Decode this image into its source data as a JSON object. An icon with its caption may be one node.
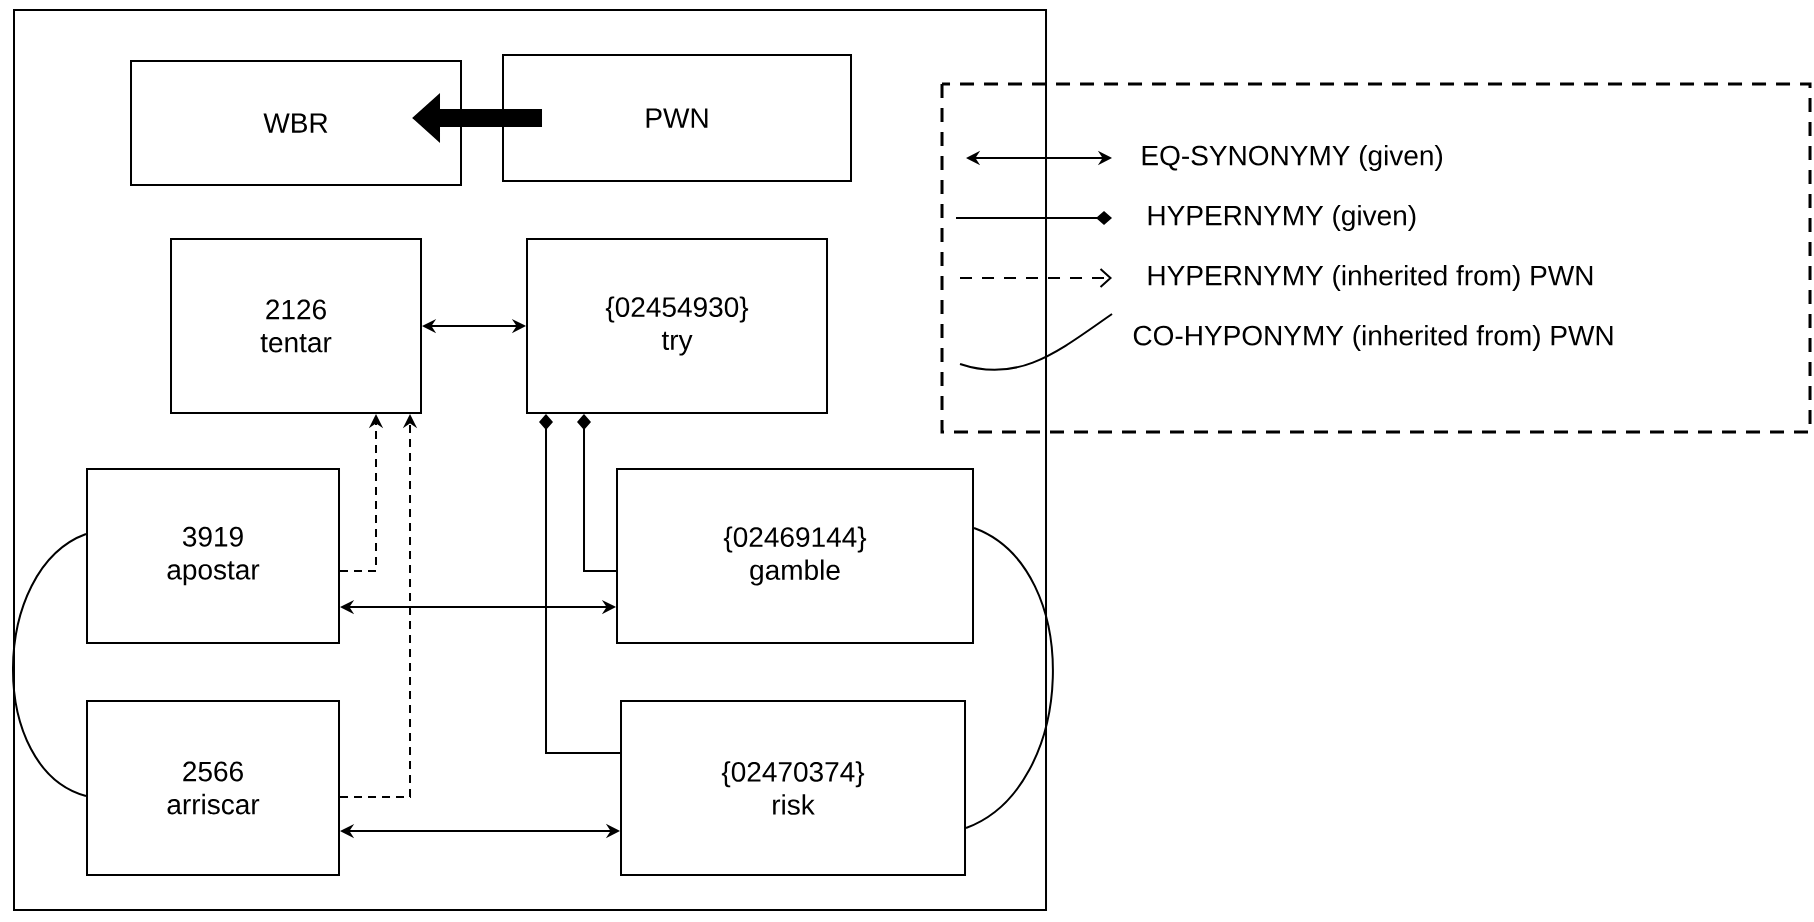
{
  "diagram": {
    "nodes": [
      {
        "text": [],
        "shape": "box"
      },
      {
        "text": [
          "WBR"
        ],
        "in": 0
      },
      {
        "text": [
          "PWN"
        ],
        "in": 0
      },
      {
        "text": [
          "2126 tentar"
        ],
        "in": 0
      },
      {
        "text": [
          "{02454930} try"
        ],
        "in": 0
      },
      {
        "text": [
          "3919 apostar"
        ],
        "in": 0
      },
      {
        "text": [
          "{02469144} gamble"
        ],
        "in": 0
      },
      {
        "text": [
          "2566 arriscar"
        ],
        "in": 0
      },
      {
        "text": [
          "{02470374} risk"
        ],
        "in": 0
      }
    ],
    "edges": [
      {
        "from": 2,
        "to": 1,
        "arrow": "to",
        "style": "thick"
      },
      {
        "from": 3,
        "to": 4,
        "arrow": "both"
      },
      {
        "from": 5,
        "to": 3,
        "arrow": "to",
        "style": "dashed"
      },
      {
        "from": 7,
        "to": 3,
        "arrow": "to",
        "style": "dashed"
      },
      {
        "from": 6,
        "to": 4,
        "arrow": "other"
      },
      {
        "from": 8,
        "to": 4,
        "arrow": "other"
      },
      {
        "from": 5,
        "to": 6,
        "arrow": "both"
      },
      {
        "from": 7,
        "to": 8,
        "arrow": "both"
      },
      {
        "from": 5,
        "to": 7,
        "arrow": "none"
      },
      {
        "from": 6,
        "to": 8,
        "arrow": "none"
      }
    ],
    "legend": [
      {
        "text": "EQ-SYNONYMY (given)"
      },
      {
        "text": "HYPERNYMY (given)"
      },
      {
        "text": "HYPERNYMY (inherited from) PWN"
      },
      {
        "text": "CO-HYPONYMY (inherited from) PWN"
      }
    ]
  }
}
